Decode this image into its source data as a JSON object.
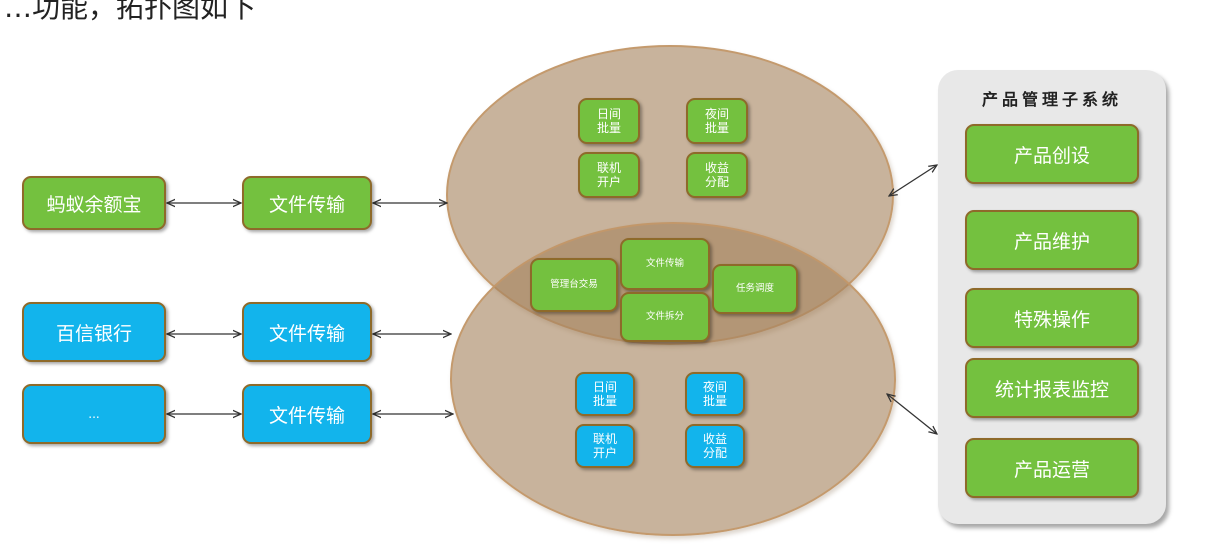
{
  "caption": "…功能，拓扑图如下",
  "left_column": {
    "row1": {
      "source": "蚂蚁余额宝",
      "transfer": "文件传输"
    },
    "row2": {
      "source": "百信银行",
      "transfer": "文件传输"
    },
    "row3": {
      "source": "...",
      "transfer": "文件传输"
    }
  },
  "top_ellipse": {
    "items": [
      "日间\n批量",
      "夜间\n批量",
      "联机\n开户",
      "收益\n分配"
    ]
  },
  "bottom_ellipse": {
    "items": [
      "日间\n批量",
      "夜间\n批量",
      "联机\n开户",
      "收益\n分配"
    ]
  },
  "shared": {
    "admin_trade": "管理台交易",
    "file_transfer": "文件传输",
    "file_split": "文件拆分",
    "task_schedule": "任务调度"
  },
  "product_panel": {
    "title": "产品管理子系统",
    "items": [
      "产品创设",
      "产品维护",
      "特殊操作",
      "统计报表监控",
      "产品运营"
    ]
  },
  "colors": {
    "green": "#74c13f",
    "blue": "#12b4ec",
    "ellipse": "#a6845f",
    "panel": "#e8e8e8"
  }
}
